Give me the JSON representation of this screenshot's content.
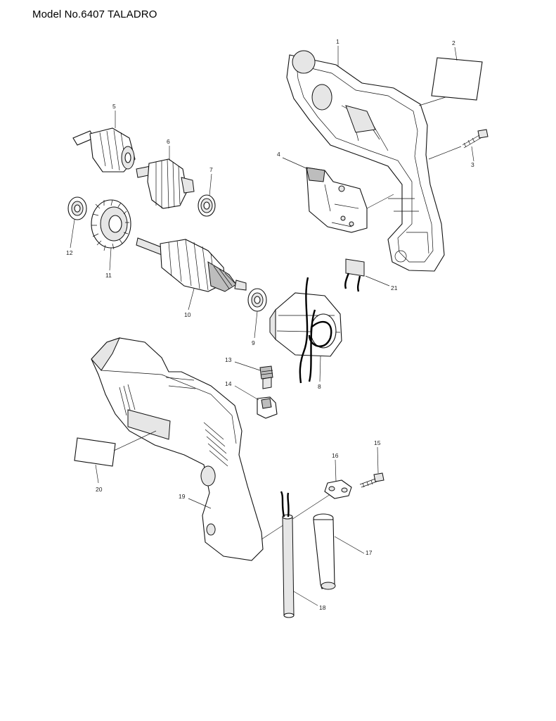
{
  "title": "Model No.6407 TALADRO",
  "callouts": [
    {
      "id": "1",
      "label": "1"
    },
    {
      "id": "2",
      "label": "2"
    },
    {
      "id": "3",
      "label": "3"
    },
    {
      "id": "4",
      "label": "4"
    },
    {
      "id": "5",
      "label": "5"
    },
    {
      "id": "6",
      "label": "6"
    },
    {
      "id": "7",
      "label": "7"
    },
    {
      "id": "8",
      "label": "8"
    },
    {
      "id": "9",
      "label": "9"
    },
    {
      "id": "10",
      "label": "10"
    },
    {
      "id": "11",
      "label": "11"
    },
    {
      "id": "12",
      "label": "12"
    },
    {
      "id": "13",
      "label": "13"
    },
    {
      "id": "14",
      "label": "14"
    },
    {
      "id": "15",
      "label": "15"
    },
    {
      "id": "16",
      "label": "16"
    },
    {
      "id": "17",
      "label": "17"
    },
    {
      "id": "18",
      "label": "18"
    },
    {
      "id": "19",
      "label": "19"
    },
    {
      "id": "20",
      "label": "20"
    },
    {
      "id": "21",
      "label": "21"
    }
  ]
}
